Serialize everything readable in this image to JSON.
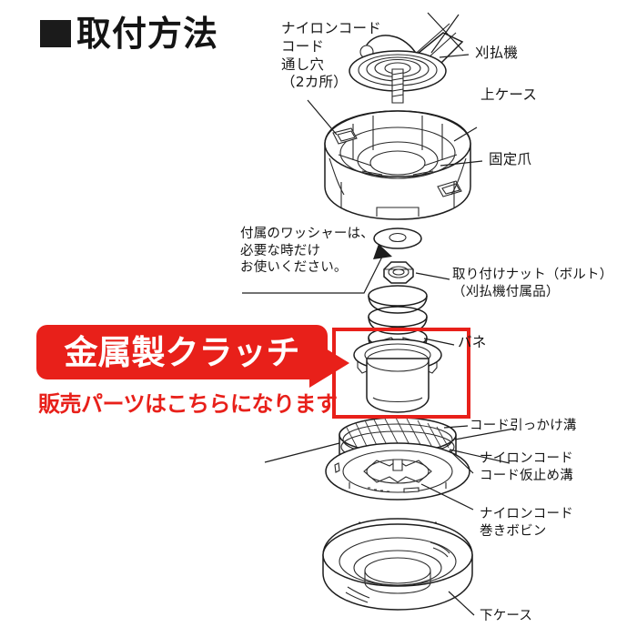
{
  "heading": {
    "bullet_icon": "filled-square-icon",
    "title": "取付方法"
  },
  "colors": {
    "promo_red": "#e8201a",
    "line_black": "#1d1d1d",
    "background": "#ffffff"
  },
  "promo": {
    "banner_text": "金属製クラッチ",
    "sub_text": "販売パーツはこちらになります",
    "arrow_icon": "right-pointing-arrow-icon",
    "highlight_box_icon": "red-highlight-box-icon"
  },
  "callouts": {
    "cord_hole": "ナイロンコード\nコード\n通し穴\n（2カ所）",
    "brushcutter": "刈払機",
    "upper_case": "上ケース",
    "fixing_claw": "固定爪",
    "washer_note": "付属のワッシャーは、\n必要な時だけ\nお使いください。",
    "mounting_nut": "取り付けナット（ボルト）",
    "mounting_nut_sub": "（刈払機付属品）",
    "spring": "バネ",
    "cord_hook_groove": "コード引っかけ溝",
    "cord_temp_groove": "ナイロンコード\nコード仮止め溝",
    "cord_bobbin": "ナイロンコード\n巻きボビン",
    "lower_case": "下ケース"
  },
  "parts": [
    {
      "name": "gearbox-shaft",
      "label": "刈払機"
    },
    {
      "name": "upper-case",
      "label": "上ケース"
    },
    {
      "name": "washer",
      "label": "付属のワッシャー"
    },
    {
      "name": "mounting-nut",
      "label": "取り付けナット（ボルト）"
    },
    {
      "name": "spring",
      "label": "バネ"
    },
    {
      "name": "metal-clutch",
      "label": "金属製クラッチ"
    },
    {
      "name": "cord-bobbin",
      "label": "ナイロンコード巻きボビン"
    },
    {
      "name": "lower-case",
      "label": "下ケース"
    }
  ]
}
